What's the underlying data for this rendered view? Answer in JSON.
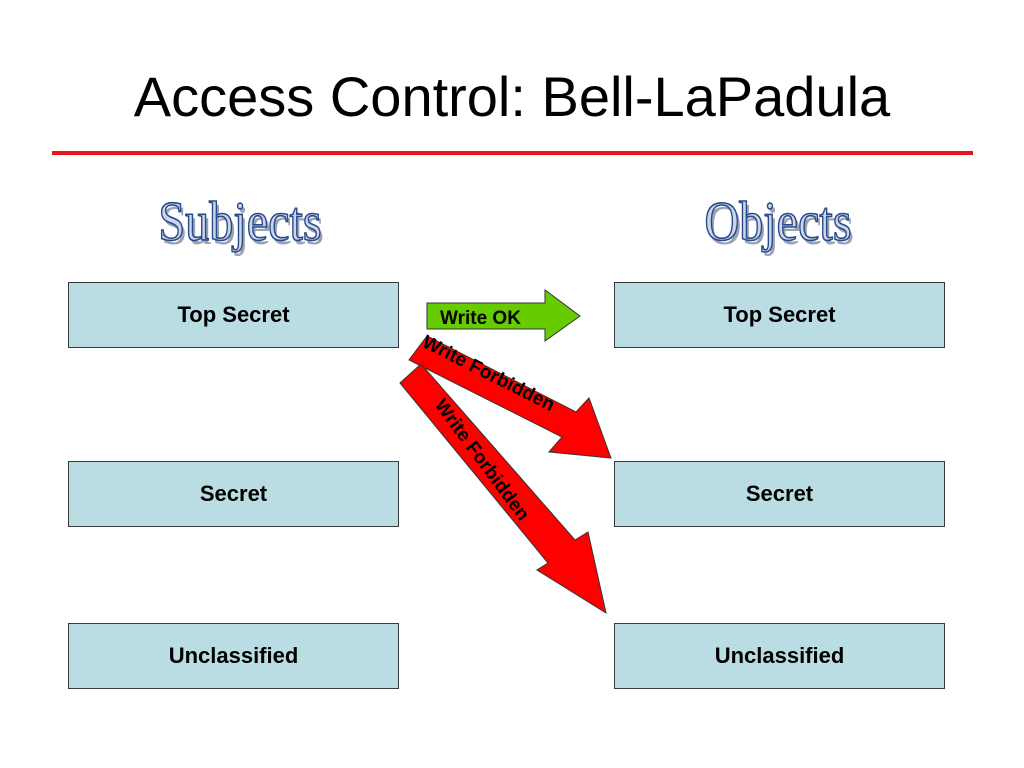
{
  "title": "Access Control: Bell-LaPadula",
  "columns": {
    "subjects": "Subjects",
    "objects": "Objects"
  },
  "subjects": [
    {
      "label": "Top Secret"
    },
    {
      "label": "Secret"
    },
    {
      "label": "Unclassified"
    }
  ],
  "objects": [
    {
      "label": "Top Secret"
    },
    {
      "label": "Secret"
    },
    {
      "label": "Unclassified"
    }
  ],
  "arrows": [
    {
      "label": "Write OK",
      "from": "Top Secret",
      "to": "Top Secret",
      "color": "#66cc00"
    },
    {
      "label": "Write Forbidden",
      "from": "Top Secret",
      "to": "Secret",
      "color": "#ff0000"
    },
    {
      "label": "Write Forbidden",
      "from": "Top Secret",
      "to": "Unclassified",
      "color": "#ff0000"
    }
  ],
  "colors": {
    "title_rule": "#e8141c",
    "box_fill": "#b9dde2",
    "heading_fill": "#c9d6ec",
    "heading_outline": "#2a4a8a"
  }
}
